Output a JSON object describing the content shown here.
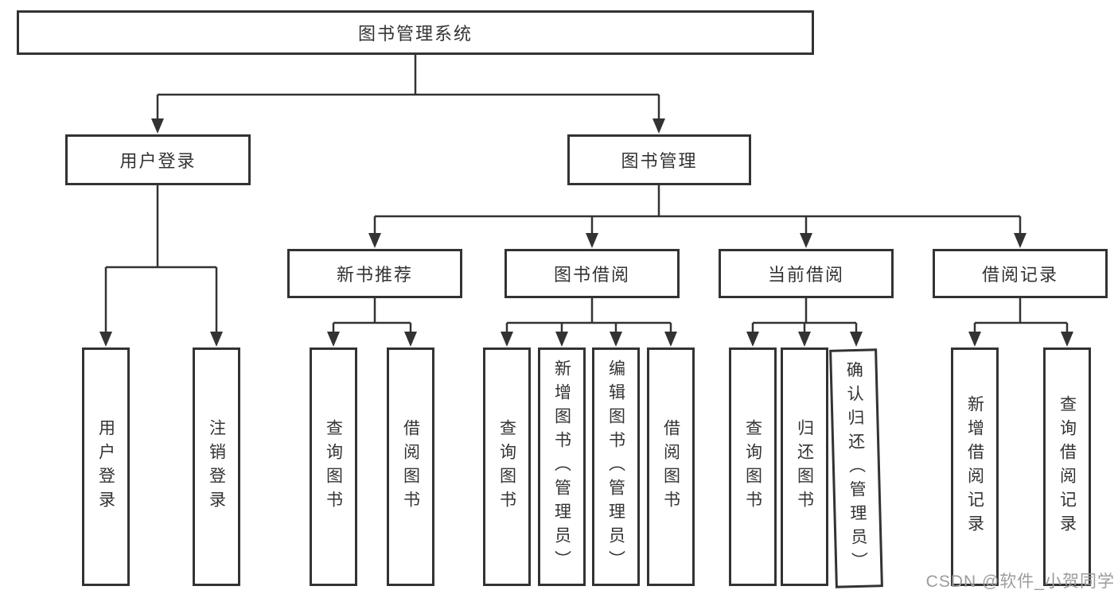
{
  "tree": {
    "label": "图书管理系统",
    "children": [
      {
        "label": "用户登录",
        "children": [
          {
            "label": "用户登录"
          },
          {
            "label": "注销登录"
          }
        ]
      },
      {
        "label": "图书管理",
        "children": [
          {
            "label": "新书推荐",
            "children": [
              {
                "label": "查询图书"
              },
              {
                "label": "借阅图书"
              }
            ]
          },
          {
            "label": "图书借阅",
            "children": [
              {
                "label": "查询图书"
              },
              {
                "label": "新增图书（管理员）"
              },
              {
                "label": "编辑图书（管理员）"
              },
              {
                "label": "借阅图书"
              }
            ]
          },
          {
            "label": "当前借阅",
            "children": [
              {
                "label": "查询图书"
              },
              {
                "label": "归还图书"
              },
              {
                "label": "确认归还（管理员）"
              }
            ]
          },
          {
            "label": "借阅记录",
            "children": [
              {
                "label": "新增借阅记录"
              },
              {
                "label": "查询借阅记录"
              }
            ]
          }
        ]
      }
    ]
  },
  "watermark": {
    "text": "CSDN @软件_小贺同学",
    "color": "#9c9c9c"
  },
  "colors": {
    "line": "#333333",
    "box_border": "#333333",
    "box_fill": "#ffffff",
    "text": "#333333",
    "background": "#ffffff"
  }
}
